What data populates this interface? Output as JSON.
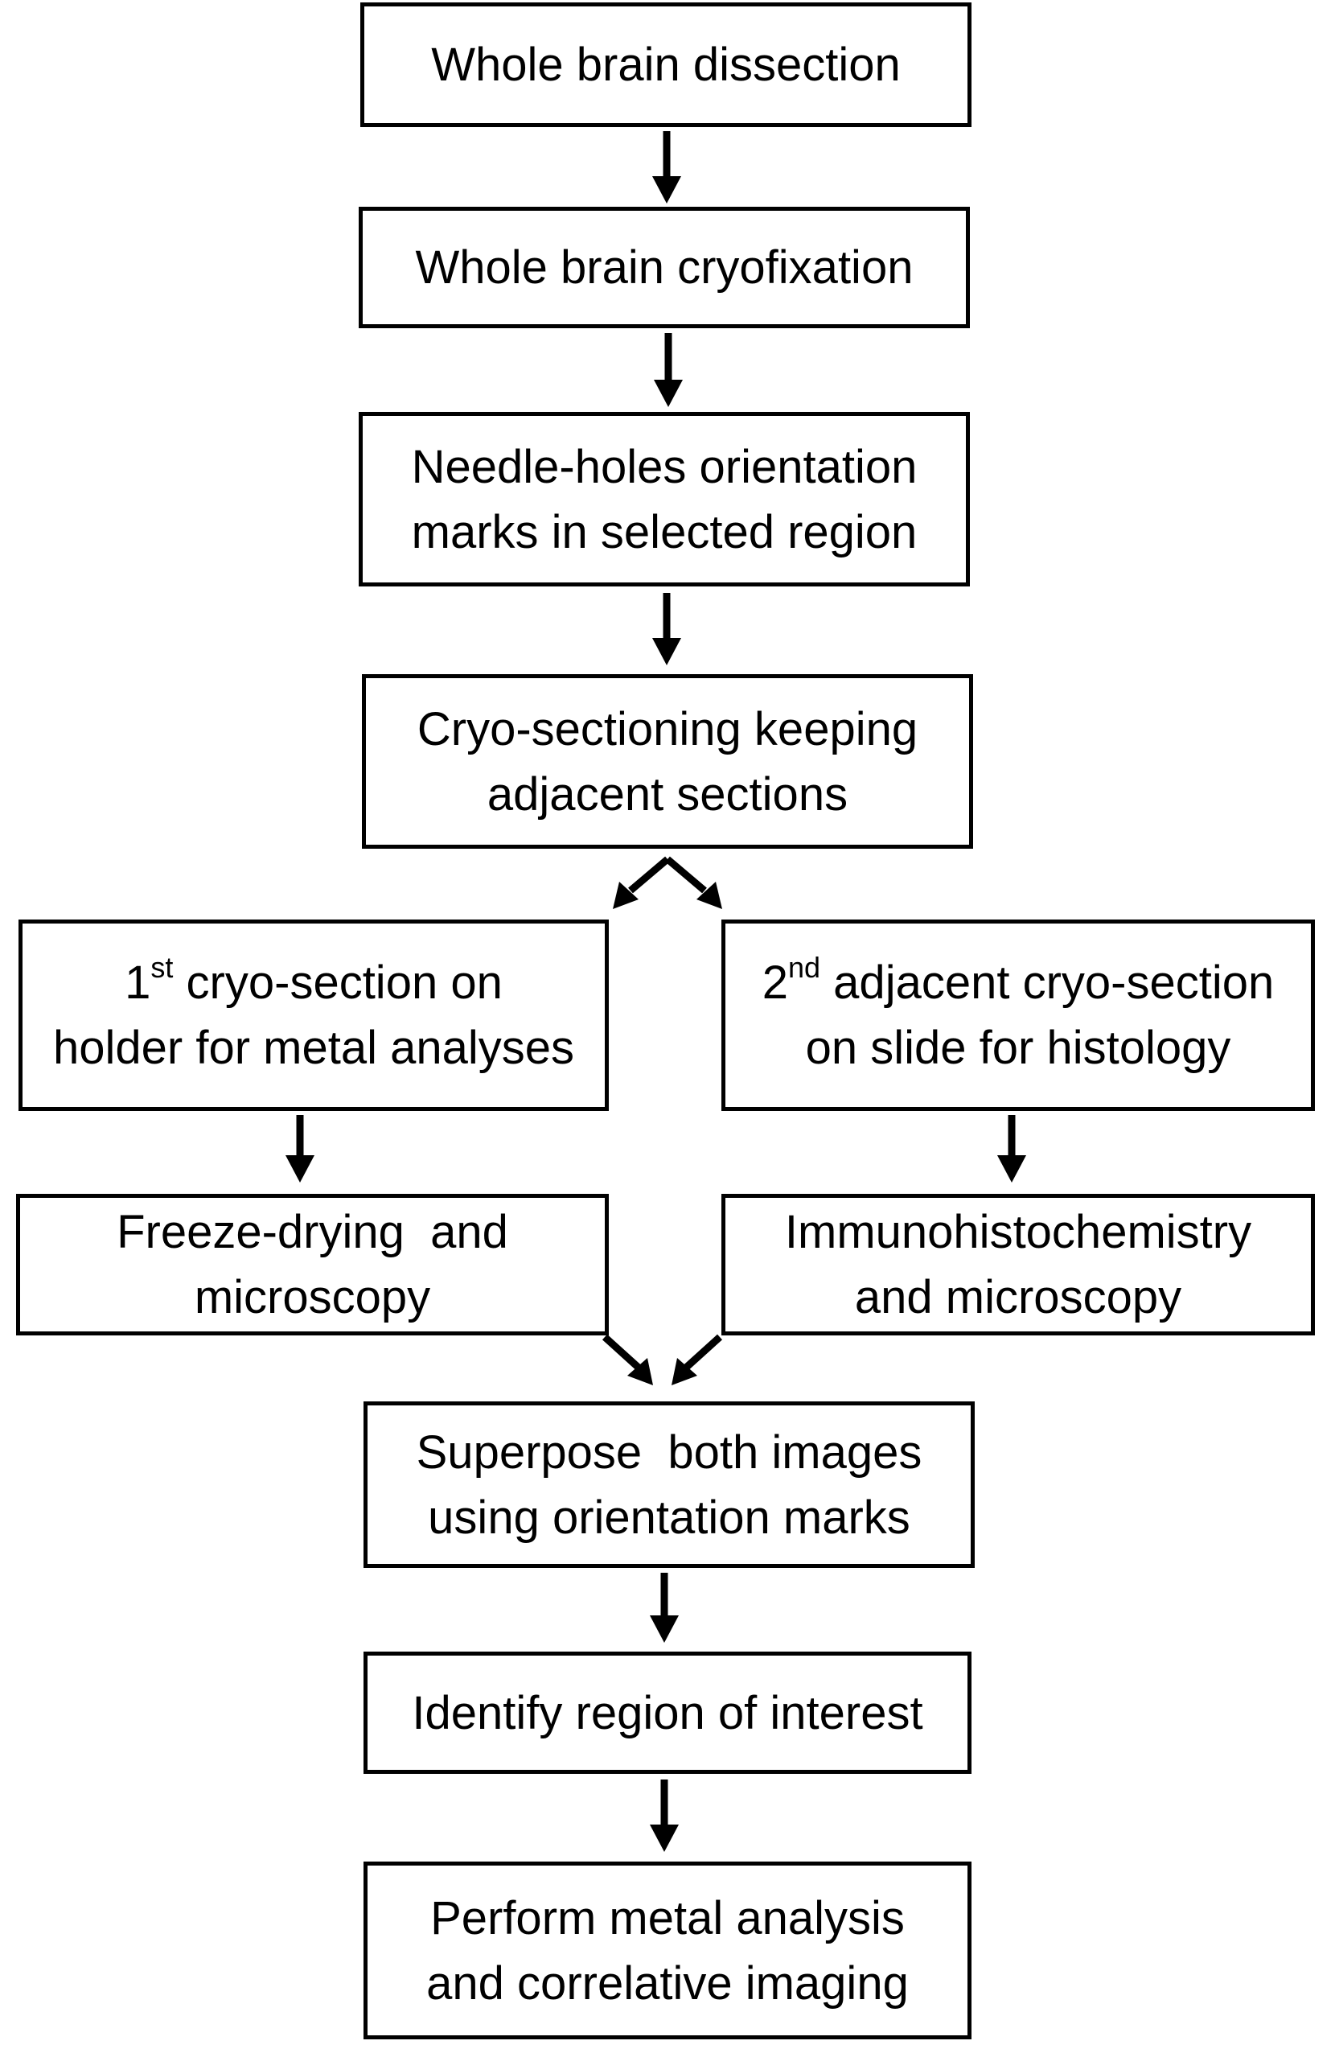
{
  "diagram": {
    "steps": {
      "dissection": {
        "line1": "Whole brain dissection"
      },
      "cryofixation": {
        "line1": "Whole brain cryofixation"
      },
      "orientation_marks": {
        "line1": "Needle-holes orientation",
        "line2": "marks in selected region"
      },
      "cryo_sectioning": {
        "line1": "Cryo-sectioning keeping",
        "line2": "adjacent sections"
      },
      "first_section": {
        "num": "1",
        "sup": "st",
        "line1_rest": " cryo-section on",
        "line2": "holder for metal analyses"
      },
      "second_section": {
        "num": "2",
        "sup": "nd",
        "line1_rest": " adjacent cryo-section",
        "line2": "on slide for histology"
      },
      "freeze_drying": {
        "line1": "Freeze-drying  and",
        "line2": "microscopy"
      },
      "immunohistochemistry": {
        "line1": "Immunohistochemistry",
        "line2": "and microscopy"
      },
      "superpose": {
        "line1": "Superpose  both images",
        "line2": "using orientation marks"
      },
      "identify_roi": {
        "line1": "Identify region of interest"
      },
      "perform_analysis": {
        "line1": "Perform metal analysis",
        "line2": "and correlative imaging"
      }
    }
  }
}
